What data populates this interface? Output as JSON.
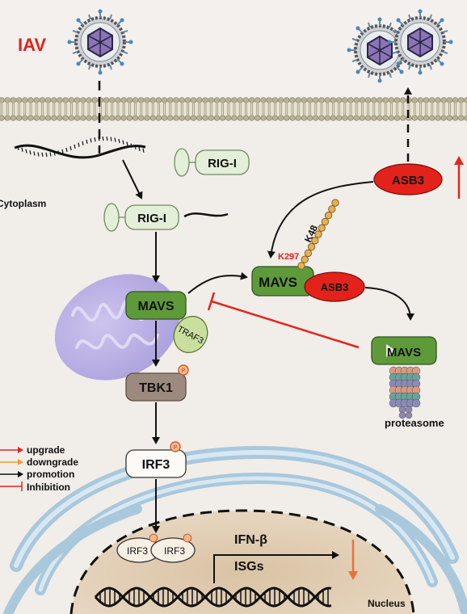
{
  "virus_label": "IAV",
  "compartments": {
    "cytoplasm": "Cytoplasm",
    "nucleus": "Nucleus"
  },
  "proteins": {
    "rigi_free": "RIG-I",
    "rigi_bound": "RIG-I",
    "mavs": "MAVS",
    "traf3": "TRAF3",
    "tbk1": "TBK1",
    "irf3": "IRF3",
    "irf3_dimer_left": "IRF3",
    "irf3_dimer_right": "IRF3",
    "asb3_top": "ASB3",
    "mavs_complex": "MAVS",
    "asb3_complex": "ASB3",
    "mavs_proteasome": "MAVS",
    "phospho": "P"
  },
  "ubiquitin": {
    "site": "K297",
    "linkage": "K48"
  },
  "proteasome_label": "proteasome",
  "genes": [
    "IFN-β",
    "ISGs"
  ],
  "legend": [
    {
      "label": "upgrade",
      "color": "#e0281e"
    },
    {
      "label": "downgrade",
      "color": "#f0a030"
    },
    {
      "label": "promotion",
      "color": "#1a1a1a"
    },
    {
      "label": "Inhibition",
      "color": "#e0281e"
    }
  ],
  "colors": {
    "asb3": "#e3221b",
    "mavs": "#5f9a3a",
    "upgrade": "#e0281e",
    "downgrade": "#e8733a"
  }
}
